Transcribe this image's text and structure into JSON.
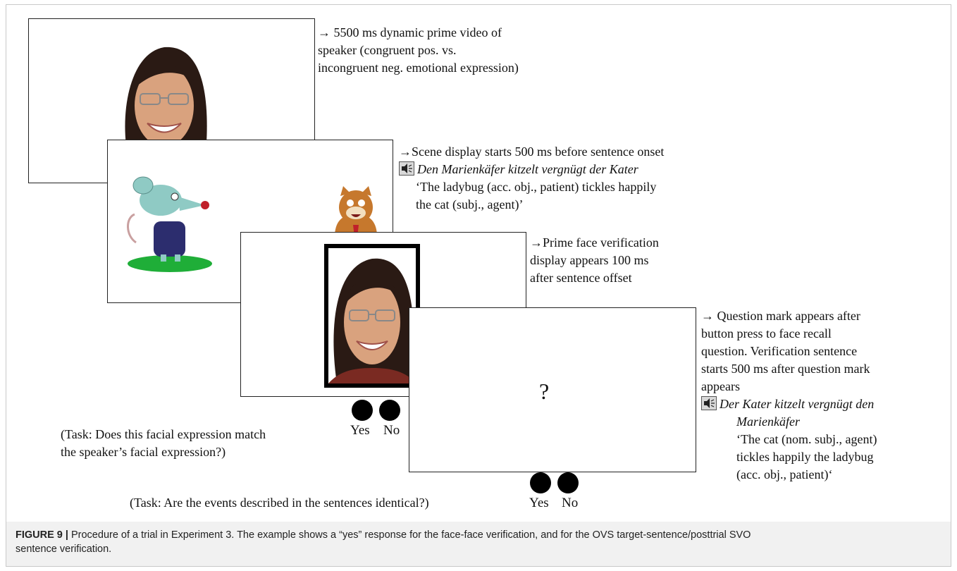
{
  "screen1": {
    "note_lines": [
      "→ 5500 ms dynamic prime video of",
      "speaker (congruent pos. vs.",
      "incongruent neg. emotional expression)"
    ]
  },
  "screen2": {
    "note_line1": "→Scene display starts 500 ms before sentence onset",
    "sentence": "Den Marienkäfer kitzelt vergnügt der Kater",
    "translation_lines": [
      "‘The ladybug (acc. obj., patient) tickles happily",
      "the cat (subj., agent)’"
    ]
  },
  "screen3": {
    "note_lines": [
      "→Prime face verification",
      "display appears 100 ms",
      "after sentence offset"
    ],
    "yes": "Yes",
    "no": "No",
    "task_lines": [
      "(Task: Does this facial expression match",
      "the speaker’s facial expression?)"
    ]
  },
  "screen4": {
    "question_mark": "?",
    "note_lines": [
      "→ Question mark appears after",
      "button press to face recall",
      "question. Verification sentence",
      "starts 500 ms after question mark",
      "appears"
    ],
    "sentence_lines": [
      "Der Kater kitzelt vergnügt den",
      "Marienkäfer"
    ],
    "translation_lines": [
      "‘The cat (nom. subj., agent)",
      "tickles happily the ladybug",
      "(acc. obj., patient)‘"
    ],
    "yes": "Yes",
    "no": "No",
    "task": "(Task: Are the events described in the sentences identical?)"
  },
  "caption": {
    "label": "FIGURE 9 |",
    "text_line1": " Procedure of a trial in Experiment 3. The example shows a “yes” response for the face-face verification, and for the OVS target-sentence/posttrial SVO",
    "text_line2": "sentence verification."
  },
  "colors": {
    "caption_band": "#f1f1f1",
    "grass": "#1fae38",
    "mouse": "#8fcac4",
    "jacket": "#2c2d6e",
    "cat": "#c6782d"
  }
}
